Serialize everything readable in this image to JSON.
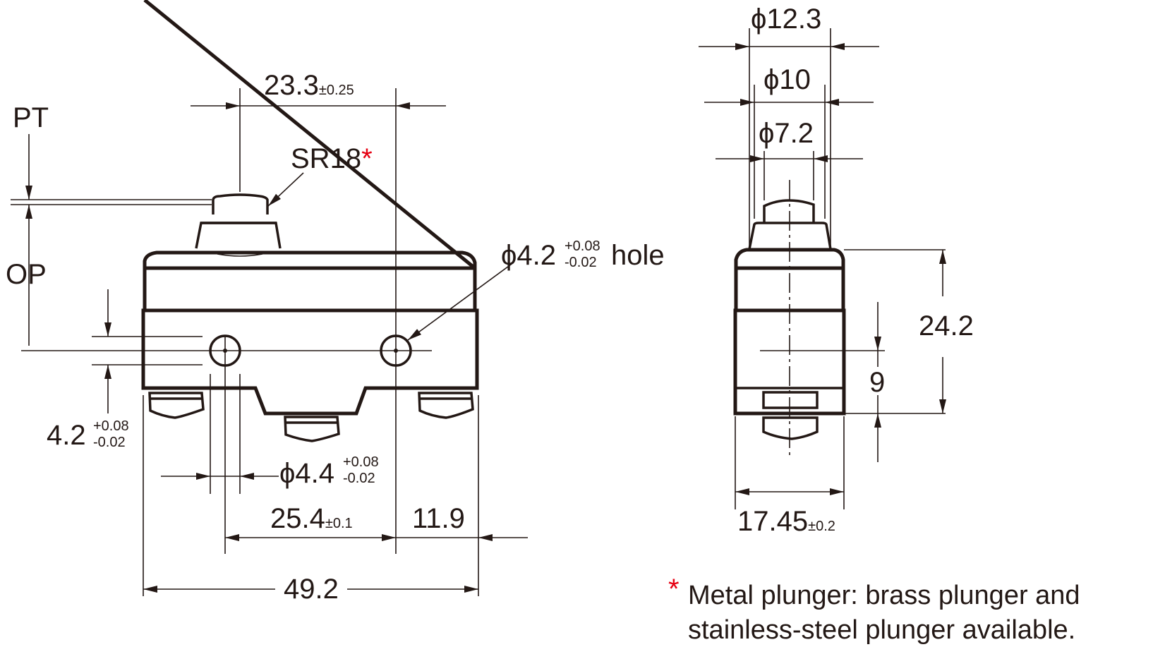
{
  "drawing": {
    "title": "Micro switch dimensional drawing",
    "colors": {
      "line": "#231815",
      "accent": "#e60012",
      "background": "#ffffff"
    }
  },
  "front_view": {
    "labels": {
      "pt": "PT",
      "op": "OP",
      "sr18": "SR18",
      "sr18_mark": "*"
    },
    "dimensions": {
      "top_span": {
        "value": "23.3",
        "tol": "±0.25"
      },
      "mount_hole": {
        "prefix": "ϕ4.2",
        "tol_plus": "+0.08",
        "tol_minus": "-0.02",
        "suffix": "hole"
      },
      "hole_height": {
        "value": "4.2",
        "tol_plus": "+0.08",
        "tol_minus": "-0.02"
      },
      "hole_dia": {
        "value": "ϕ4.4",
        "tol_plus": "+0.08",
        "tol_minus": "-0.02"
      },
      "hole_pitch": {
        "value": "25.4",
        "tol": "±0.1"
      },
      "right_offset": {
        "value": "11.9"
      },
      "overall_length": {
        "value": "49.2"
      }
    }
  },
  "side_view": {
    "dimensions": {
      "dia_outer": "ϕ12.3",
      "dia_mid": "ϕ10",
      "dia_plunger": "ϕ7.2",
      "body_height": "24.2",
      "hole_center": "9",
      "width": {
        "value": "17.45",
        "tol": "±0.2"
      }
    }
  },
  "footnote": {
    "mark": "*",
    "line1": "Metal plunger: brass plunger and",
    "line2": "stainless-steel plunger available."
  }
}
